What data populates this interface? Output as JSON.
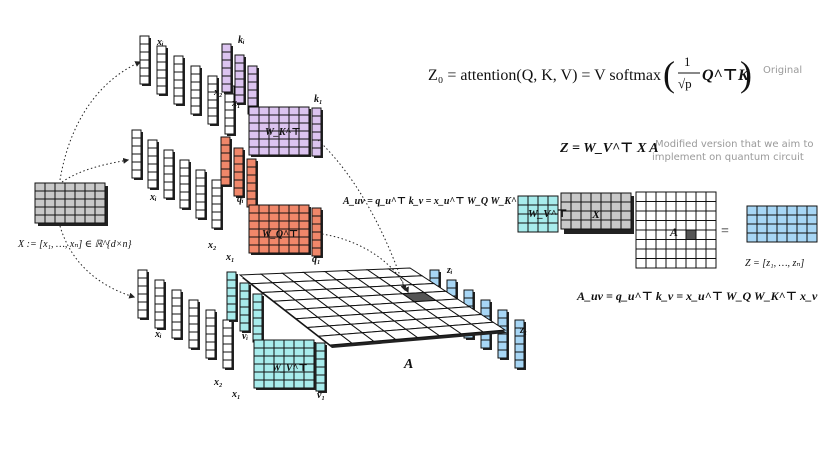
{
  "colors": {
    "x_gray": "#c8c8c8",
    "k_purple": "#dcc4f0",
    "q_red": "#f0876a",
    "v_cyan": "#a8ecec",
    "z_blue": "#a7d6f5",
    "a_dark": "#555555",
    "white": "#ffffff"
  },
  "input": {
    "label": "X := [x₁, …, xₙ] ∈ ℝ^{d×n}"
  },
  "stack_labels": {
    "xi_top": "xᵢ",
    "x2_top": "x₂",
    "x1_top": "x₁",
    "ki": "kᵢ",
    "k1": "k₁",
    "wk": "W_K^⊤",
    "xi_mid": "xᵢ",
    "x2_mid": "x₂",
    "x1_mid": "x₁",
    "qi": "qᵢ",
    "q1": "q₁",
    "wq": "W_Q^⊤",
    "xi_bot": "xᵢ",
    "x2_bot": "x₂",
    "x1_bot": "x₁",
    "vi": "vᵢ",
    "v1": "v₁",
    "wv": "W_V^⊤",
    "zi": "zᵢ",
    "z1": "z₁",
    "a": "A"
  },
  "equations": {
    "mid": "A_uv = q_u^⊤ k_v = x_u^⊤ W_Q W_K^⊤ x_v",
    "original_lhs": "Z₀ = attention(Q, K, V) = V softmax",
    "original_frac_num": "1",
    "original_frac_den": "√p",
    "original_tail": "Q^⊤K",
    "original_note": "Original",
    "modified": "Z = W_V^⊤ X A",
    "modified_note_line1": "Modified version that we aim to",
    "modified_note_line2": "implement on quantum circuit",
    "right_auv": "A_uv = q_u^⊤ k_v = x_u^⊤ W_Q W_K^⊤ x_v"
  },
  "right_panel": {
    "wv_label": "W_V^⊤",
    "x_label": "X",
    "a_label": "A",
    "equals": "=",
    "z_label": "Z = [z₁, …, zₙ]"
  }
}
